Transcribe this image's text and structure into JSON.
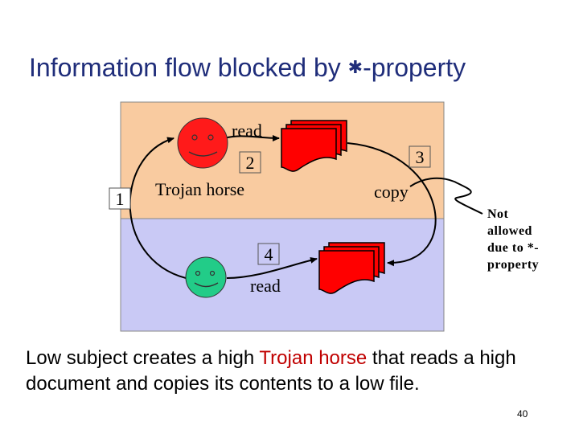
{
  "title": {
    "prefix": "Information flow blocked by ",
    "star": "✱",
    "suffix": "-property"
  },
  "diagram": {
    "high_label_read": "read",
    "trojan_label": "Trojan horse",
    "copy_label": "copy",
    "low_label_read": "read",
    "steps": [
      "1",
      "2",
      "3",
      "4"
    ],
    "blocked_note": [
      "Not",
      "allowed",
      "due to *-",
      "property"
    ],
    "colors": {
      "high_region": "#f9cba0",
      "low_region": "#c9c9f5",
      "document": "#ff0000",
      "trojan_face": "#ff1a1a",
      "user_face": "#22cc88"
    }
  },
  "caption": {
    "before": "Low subject creates a high ",
    "highlight": "Trojan horse",
    "after": " that reads a high document and copies its contents to a low file."
  },
  "page_number": "40"
}
